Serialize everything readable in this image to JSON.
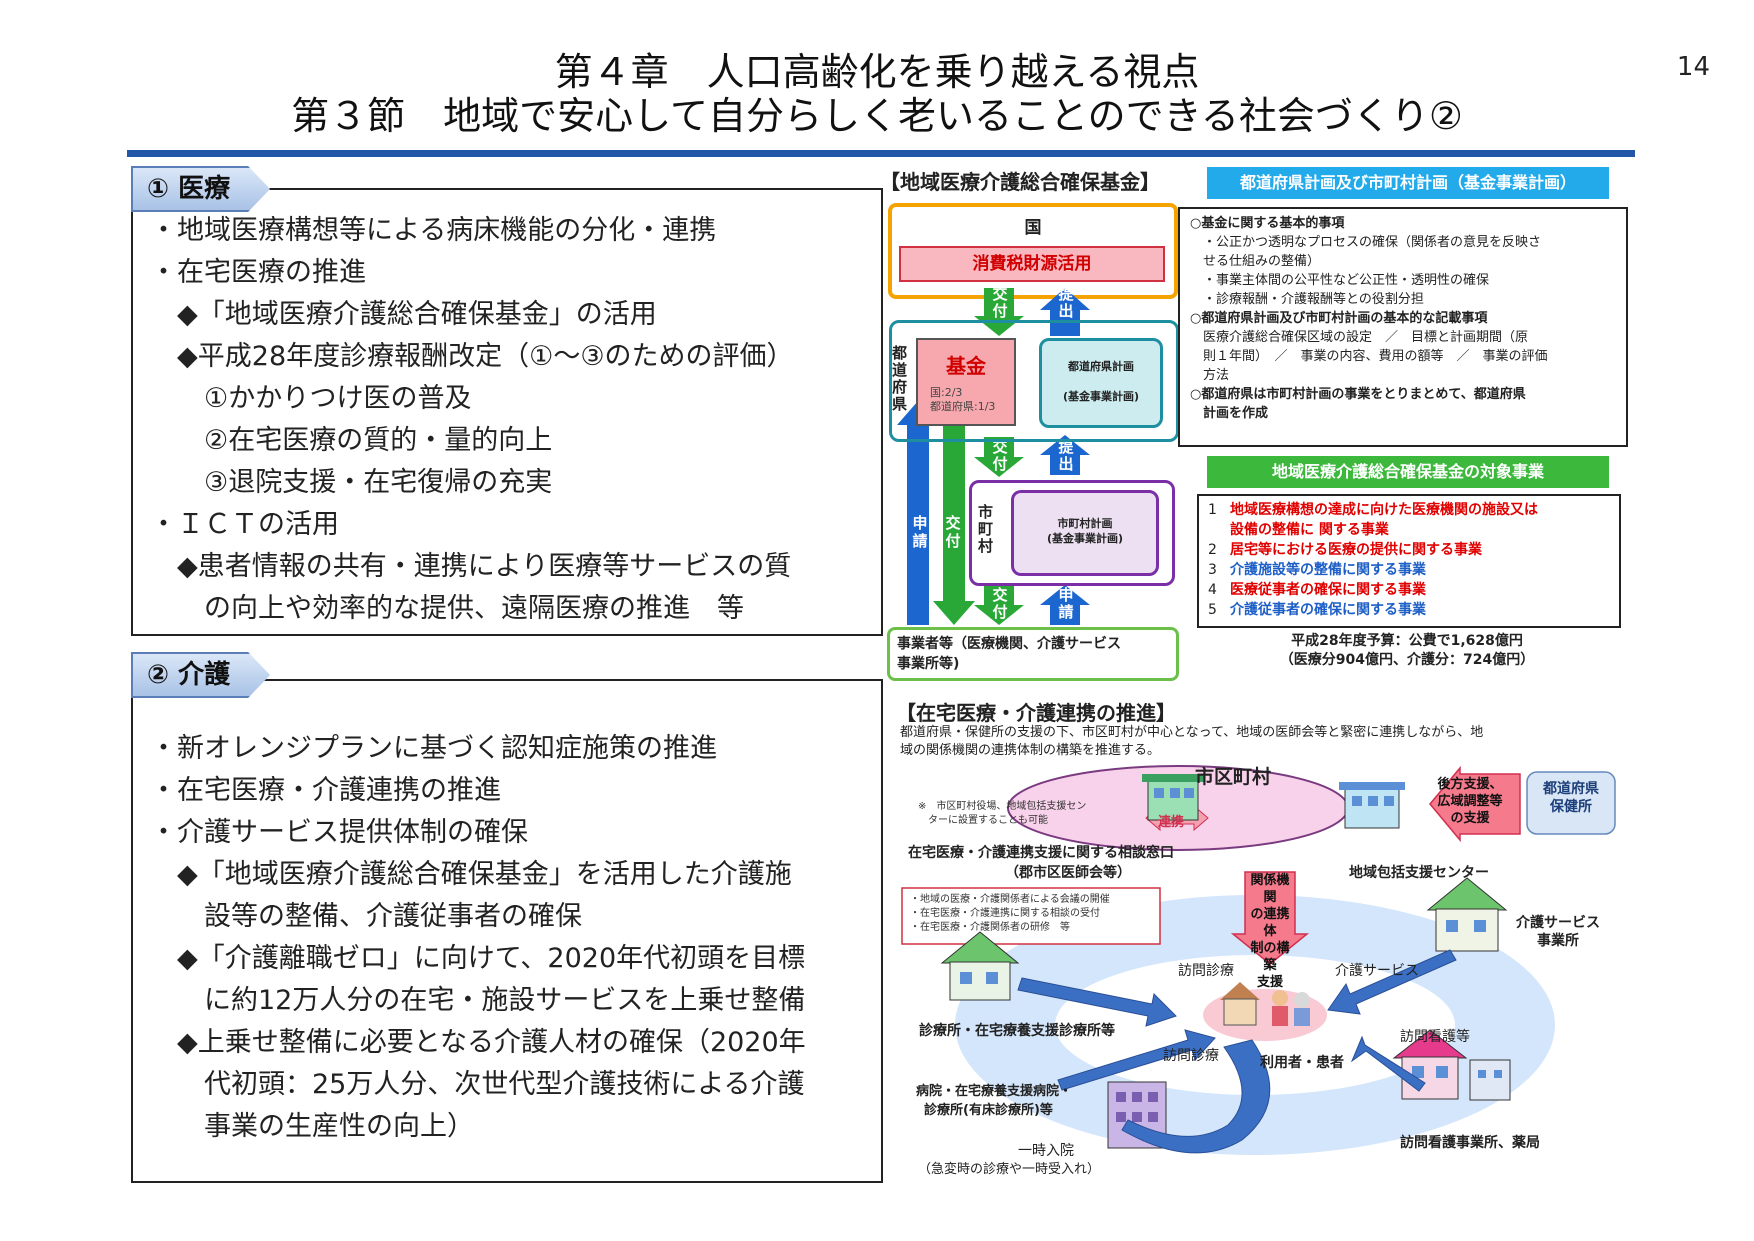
{
  "header": {
    "title_line1": "第４章　人口高齢化を乗り越える視点",
    "title_line2": "第３節　地域で安心して自分らしく老いることのできる社会づくり②",
    "page_number": "14"
  },
  "medical": {
    "tag": "① 医療",
    "lines": [
      "・地域医療構想等による病床機能の分化・連携",
      "・在宅医療の推進",
      "　◆「地域医療介護総合確保基金」の活用",
      "　◆平成28年度診療報酬改定（①～③のための評価）",
      "　　①かかりつけ医の普及",
      "　　②在宅医療の質的・量的向上",
      "　　③退院支援・在宅復帰の充実",
      "・ＩＣＴの活用",
      "　◆患者情報の共有・連携により医療等サービスの質",
      "　　の向上や効率的な提供、遠隔医療の推進　等"
    ]
  },
  "care": {
    "tag": "② 介護",
    "lines": [
      "・新オレンジプランに基づく認知症施策の推進",
      "・在宅医療・介護連携の推進",
      "・介護サービス提供体制の確保",
      "　◆「地域医療介護総合確保基金」を活用した介護施",
      "　　設等の整備、介護従事者の確保",
      "　◆「介護離職ゼロ」に向けて、2020年代初頭を目標",
      "　　に約12万人分の在宅・施設サービスを上乗せ整備",
      "　◆上乗せ整備に必要となる介護人材の確保（2020年",
      "　　代初頭：25万人分、次世代型介護技術による介護",
      "　　事業の生産性の向上）"
    ]
  },
  "fund": {
    "title": "【地域医療介護総合確保基金】",
    "kuni": "国",
    "tax": "消費税財源活用",
    "kofu": "交付",
    "teishutsu": "提出",
    "shinsei": "申請",
    "todofuken": "都道府県",
    "kikin": "基金",
    "kikin_share1": "国:2/3",
    "kikin_share2": "都道府県:1/3",
    "pref_plan1": "都道府県計画",
    "pref_plan2": "(基金事業計画)",
    "shichoson": "市町村",
    "city_plan1": "市町村計画",
    "city_plan2": "(基金事業計画)",
    "jigyosha1": "事業者等（医療機関、介護サービス",
    "jigyosha2": "事業所等)"
  },
  "plan": {
    "header": "都道府県計画及び市町村計画（基金事業計画）",
    "lines": [
      "○基金に関する基本的事項",
      "　・公正かつ透明なプロセスの確保（関係者の意見を反映さ",
      "　せる仕組みの整備）",
      "　・事業主体間の公平性など公正性・透明性の確保",
      "　・診療報酬・介護報酬等との役割分担",
      "○都道府県計画及び市町村計画の基本的な記載事項",
      "　医療介護総合確保区域の設定　／　目標と計画期間（原",
      "　則１年間）　／　事業の内容、費用の額等　／　事業の評価",
      "　方法",
      "○都道府県は市町村計画の事業をとりまとめて、都道府県",
      "　計画を作成"
    ],
    "target_header": "地域医療介護総合確保基金の対象事業",
    "targets": [
      {
        "num": "1",
        "text": "地域医療構想の達成に向けた医療機関の施設又は",
        "color": "red"
      },
      {
        "num": "",
        "text": "設備の整備に 関する事業",
        "color": "red"
      },
      {
        "num": "2",
        "text": "居宅等における医療の提供に関する事業",
        "color": "red"
      },
      {
        "num": "3",
        "text": "介護施設等の整備に関する事業",
        "color": "blue"
      },
      {
        "num": "4",
        "text": "医療従事者の確保に関する事業",
        "color": "red"
      },
      {
        "num": "5",
        "text": "介護従事者の確保に関する事業",
        "color": "blue"
      }
    ],
    "budget1": "平成28年度予算：公費で1,628億円",
    "budget2": "（医療分904億円、介護分：724億円）"
  },
  "homecare": {
    "title": "【在宅医療・介護連携の推進】",
    "desc1": "都道府県・保健所の支援の下、市区町村が中心となって、地域の医師会等と緊密に連携しながら、地",
    "desc2": "域の関係機関の連携体制の構築を推進する。",
    "city": "市区町村",
    "note1": "※　市区町村役場、地域包括支援セン",
    "note2": "　ターに設置することも可能",
    "renkei": "連携",
    "consult1": "在宅医療・介護連携支援に関する相談窓口",
    "consult2": "（郡市区医師会等）",
    "houkatsu": "地域包括支援センター",
    "support1": "後方支援、",
    "support2": "広域調整等",
    "support3": "の支援",
    "pref1": "都道府県",
    "pref2": "保健所",
    "kankei1": "関係機関",
    "kankei2": "の連携体",
    "kankei3": "制の構築",
    "kankei4": "支援",
    "list": [
      "・地域の医療・介護関係者による会議の開催",
      "・在宅医療・介護連携に関する相談の受付",
      "・在宅医療・介護関係者の研修　等"
    ],
    "kaigo_office1": "介護サービス",
    "kaigo_office2": "事業所",
    "houmon_shinryo": "訪問診療",
    "kaigo_service": "介護サービス",
    "clinic": "診療所・在宅療養支援診療所等",
    "houmon_kango": "訪問看護等",
    "houmon_shinryo2": "訪問診療",
    "user": "利用者・患者",
    "hospital1": "病院・在宅療養支援病院・",
    "hospital2": "診療所(有床診療所)等",
    "nursing": "訪問看護事業所、薬局",
    "temp1": "一時入院",
    "temp2": "（急変時の診療や一時受入れ）"
  }
}
